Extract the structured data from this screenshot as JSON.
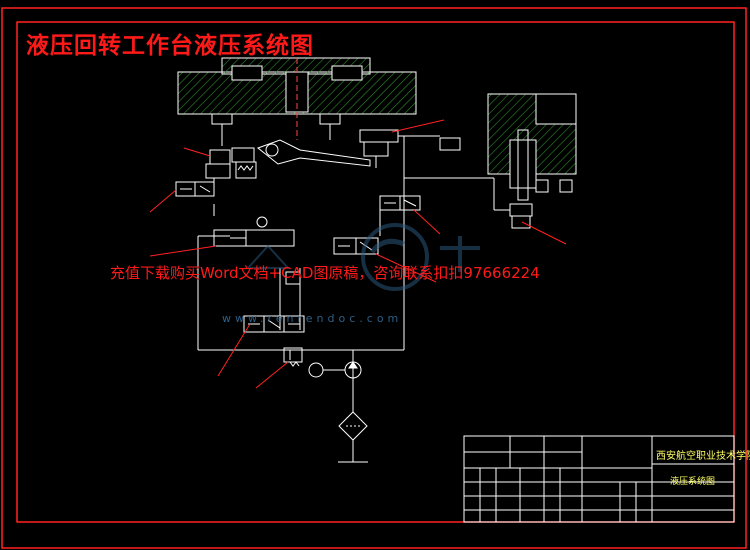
{
  "title": "液压回转工作台液压系统图",
  "watermark": "充值下载购买Word文档+CAD图原稿，咨询联系扣扣97666224",
  "watermark_url": "www.renrendoc.com",
  "title_block": {
    "school": "西安航空职业技术学院",
    "drawing_name": "液压系统图"
  },
  "colors": {
    "background": "#000000",
    "frame": "#ff2222",
    "lines": "#ffffff",
    "hatch": "#2e8b2e",
    "title_text": "#ff1a1a",
    "title_block_lines": "#ffffff",
    "title_block_text": "#ffff66"
  }
}
